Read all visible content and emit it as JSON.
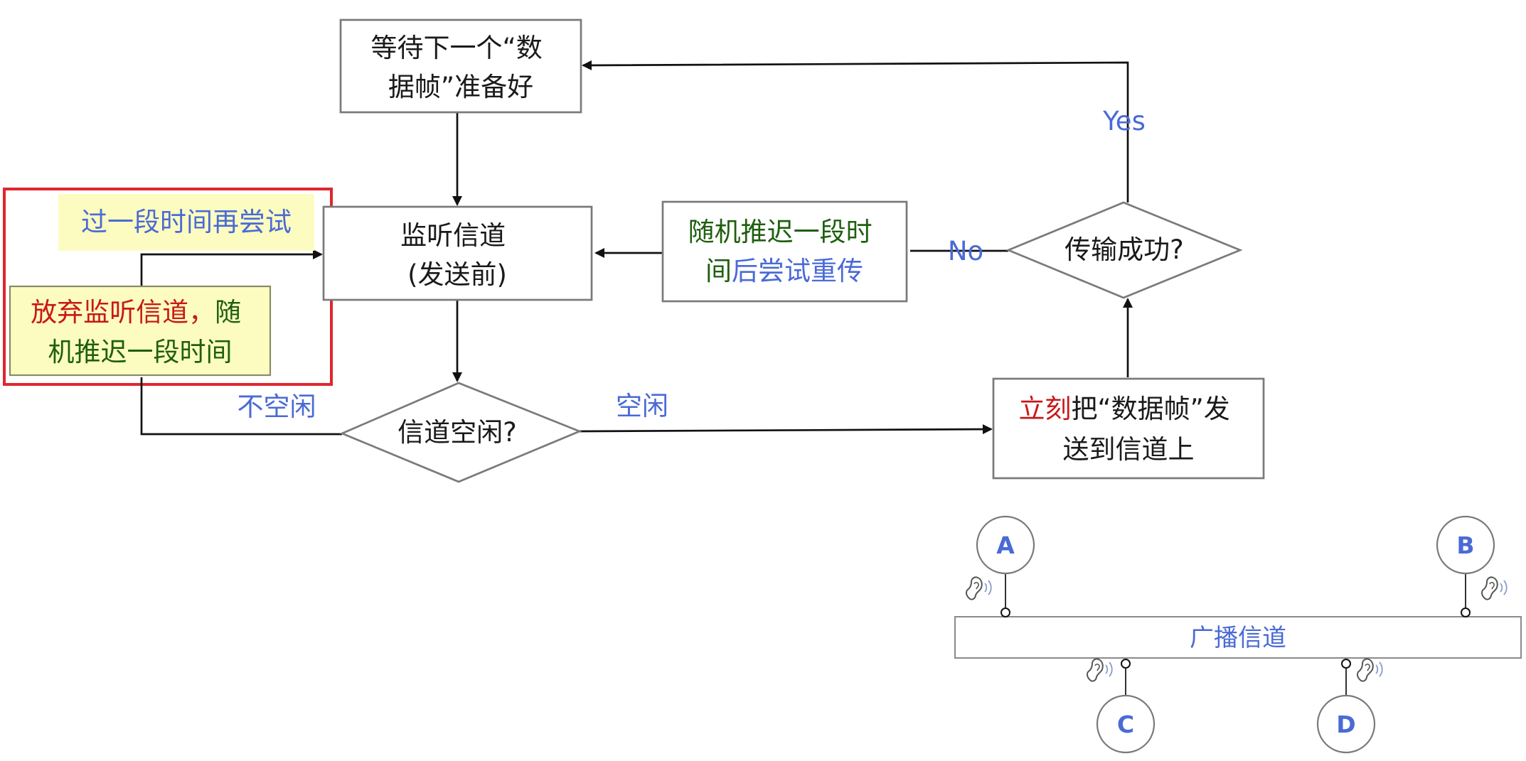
{
  "flowchart": {
    "wait_box": {
      "line1": "等待下一个“数",
      "line2": "据帧”准备好"
    },
    "listen_box": {
      "line1": "监听信道",
      "line2": "(发送前)"
    },
    "channel_idle": {
      "text": "信道空闲?"
    },
    "send_box": {
      "line1_red": "立刻",
      "line1_rest": "把“数据帧”发",
      "line2": "送到信道上"
    },
    "success": {
      "text": "传输成功?"
    },
    "random_backoff": {
      "line1": "随机推迟一段时",
      "line2_green": "间",
      "line2_blue": "后尝试重传"
    },
    "edges": {
      "idle": "空闲",
      "busy": "不空闲",
      "yes": "Yes",
      "no": "No"
    },
    "retry_label": "过一段时间再尝试",
    "give_up_box": {
      "line1_red": "放弃监听信道，",
      "line1_green": "随",
      "line2": "机推迟一段时间"
    }
  },
  "bus_diagram": {
    "channel_label": "广播信道",
    "stations": [
      "A",
      "B",
      "C",
      "D"
    ]
  },
  "colors": {
    "blue_text": "#4a6ad6",
    "green_text": "#1f5f0f",
    "red_text": "#c8181a",
    "highlight_frame": "#e0262e",
    "note_fill": "#fcfcc0"
  }
}
